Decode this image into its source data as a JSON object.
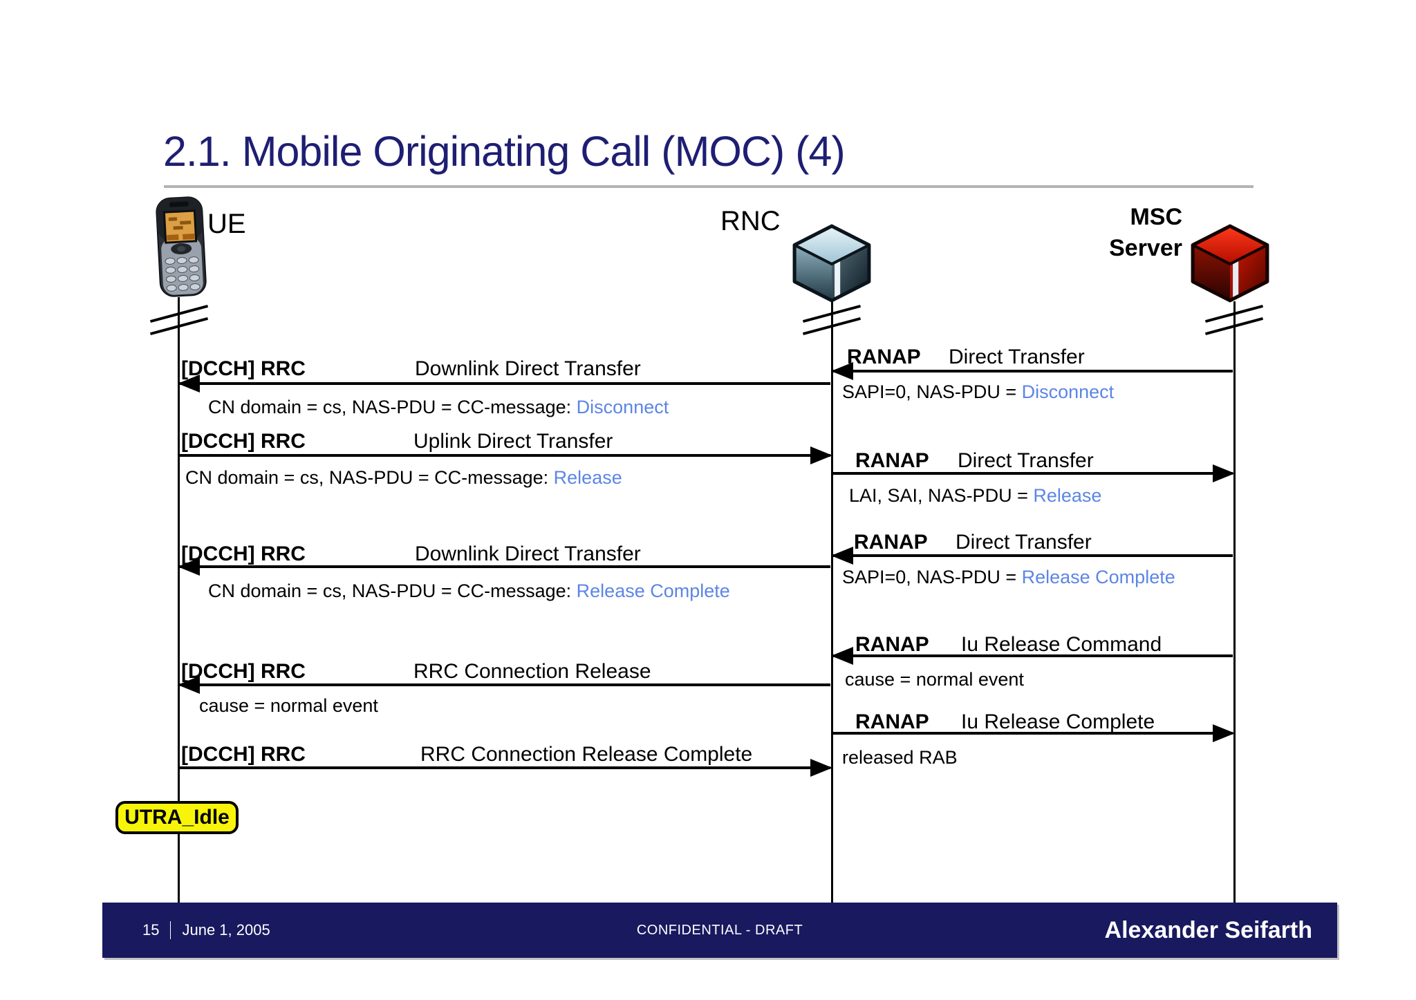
{
  "title": "2.1. Mobile Originating Call (MOC) (4)",
  "entities": {
    "ue": {
      "label": "UE",
      "icon": "mobile-phone-icon"
    },
    "rnc": {
      "label": "RNC",
      "icon": "network-cube-icon"
    },
    "msc": {
      "label": "MSC\nServer",
      "icon": "server-cube-icon"
    }
  },
  "messages": {
    "left": [
      {
        "proto": "[DCCH] RRC",
        "name": "Downlink Direct Transfer",
        "param_pre": "CN domain = cs, NAS-PDU = CC-message: ",
        "param_hl": "Disconnect",
        "from": "RNC",
        "to": "UE"
      },
      {
        "proto": "[DCCH] RRC",
        "name": "Uplink Direct Transfer",
        "param_pre": "CN domain = cs, NAS-PDU = CC-message: ",
        "param_hl": "Release",
        "from": "UE",
        "to": "RNC"
      },
      {
        "proto": "[DCCH] RRC",
        "name": "Downlink Direct Transfer",
        "param_pre": "CN domain = cs, NAS-PDU = CC-message: ",
        "param_hl": "Release Complete",
        "from": "RNC",
        "to": "UE"
      },
      {
        "proto": "[DCCH] RRC",
        "name": "RRC Connection Release",
        "param_pre": "cause = normal event",
        "param_hl": "",
        "from": "RNC",
        "to": "UE"
      },
      {
        "proto": "[DCCH] RRC",
        "name": "RRC Connection Release Complete",
        "param_pre": "",
        "param_hl": "",
        "from": "UE",
        "to": "RNC"
      }
    ],
    "right": [
      {
        "proto": "RANAP",
        "name": "Direct Transfer",
        "param_pre": "SAPI=0, NAS-PDU = ",
        "param_hl": "Disconnect",
        "from": "MSC",
        "to": "RNC"
      },
      {
        "proto": "RANAP",
        "name": "Direct Transfer",
        "param_pre": "LAI, SAI, NAS-PDU = ",
        "param_hl": "Release",
        "from": "RNC",
        "to": "MSC"
      },
      {
        "proto": "RANAP",
        "name": "Direct Transfer",
        "param_pre": "SAPI=0, NAS-PDU = ",
        "param_hl": "Release Complete",
        "from": "MSC",
        "to": "RNC"
      },
      {
        "proto": "RANAP",
        "name": "Iu Release Command",
        "param_pre": "cause = normal event",
        "param_hl": "",
        "from": "MSC",
        "to": "RNC"
      },
      {
        "proto": "RANAP",
        "name": "Iu Release Complete",
        "param_pre": "released RAB",
        "param_hl": "",
        "from": "RNC",
        "to": "MSC"
      }
    ]
  },
  "state_badge": "UTRA_Idle",
  "footer": {
    "page": "15",
    "date": "June 1, 2005",
    "center": "CONFIDENTIAL - DRAFT",
    "author": "Alexander Seifarth"
  },
  "colors": {
    "highlight_blue": "#5c85e6",
    "title_navy": "#1e1e73",
    "footer_navy": "#191960",
    "badge_yellow": "#f7f40a",
    "rule_gray": "#b4b4b4"
  }
}
